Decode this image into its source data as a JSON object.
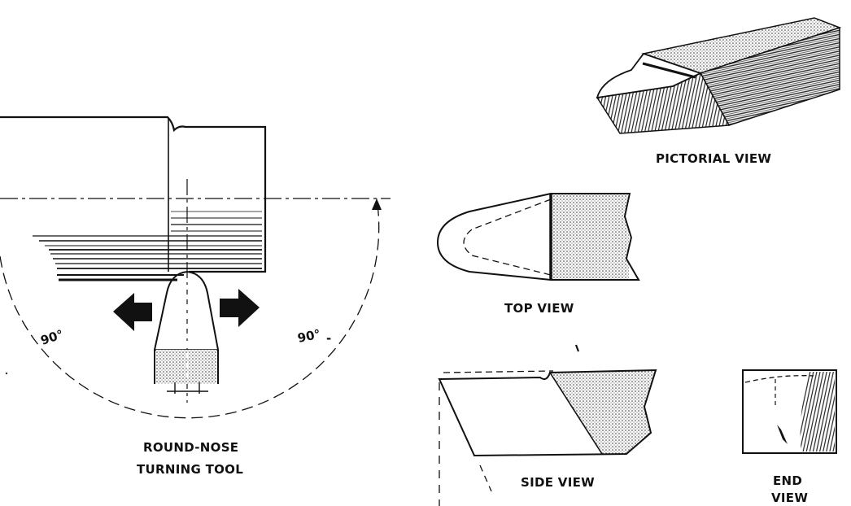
{
  "diagram": {
    "labels": {
      "pictorial_view": "PICTORIAL VIEW",
      "top_view": "TOP VIEW",
      "side_view": "SIDE VIEW",
      "end_view_line1": "END",
      "end_view_line2": "VIEW",
      "tool_name_line1": "ROUND-NOSE",
      "tool_name_line2": "TURNING TOOL"
    },
    "angles": {
      "left": "90°",
      "right": "90°"
    }
  }
}
